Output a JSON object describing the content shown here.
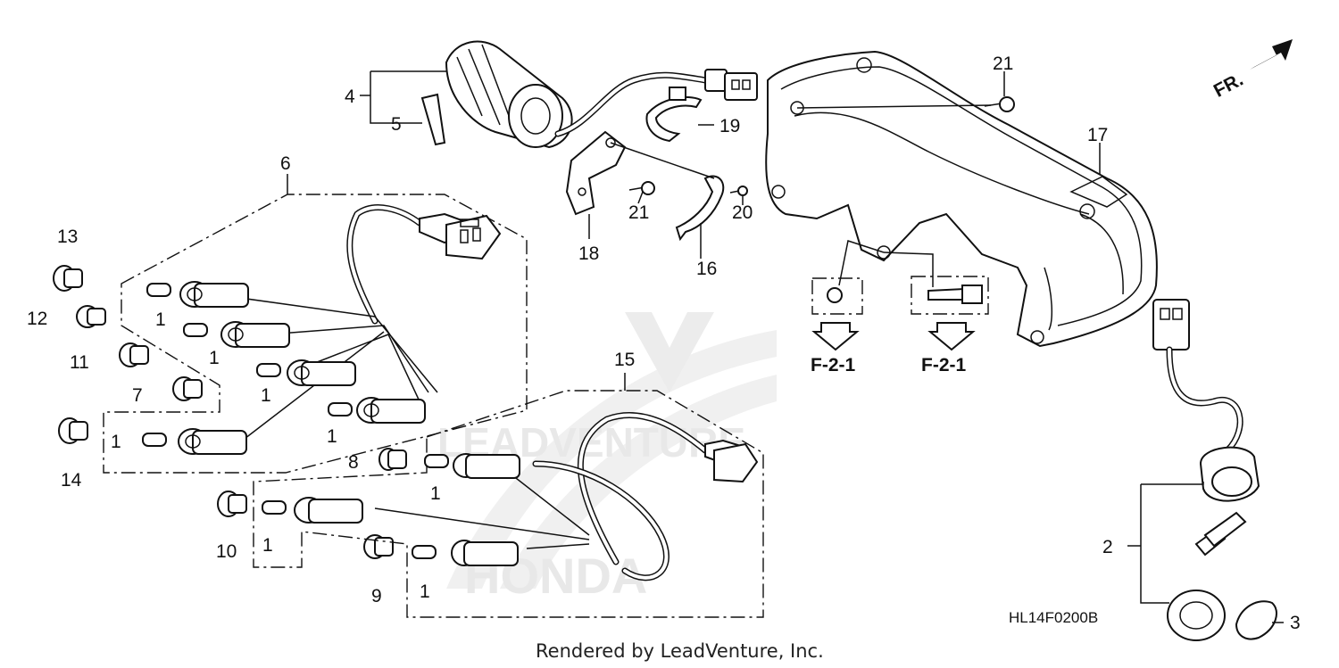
{
  "diagram": {
    "drawing_code": "HL14F0200B",
    "footer": "Rendered by LeadVenture, Inc.",
    "direction_label": "FR.",
    "reference_labels": [
      "F-2-1",
      "F-2-1"
    ],
    "callouts": {
      "c1a": "1",
      "c1b": "1",
      "c1c": "1",
      "c1d": "1",
      "c1e": "1",
      "c1f": "1",
      "c1g": "1",
      "c1h": "1",
      "c2": "2",
      "c3": "3",
      "c4": "4",
      "c5": "5",
      "c6": "6",
      "c7": "7",
      "c8": "8",
      "c9": "9",
      "c10": "10",
      "c11": "11",
      "c12": "12",
      "c13": "13",
      "c14": "14",
      "c15": "15",
      "c16": "16",
      "c17": "17",
      "c18": "18",
      "c19": "19",
      "c20": "20",
      "c21a": "21",
      "c21b": "21"
    }
  },
  "watermark": {
    "text": "LEADVENTURE",
    "brand": "HONDA"
  }
}
